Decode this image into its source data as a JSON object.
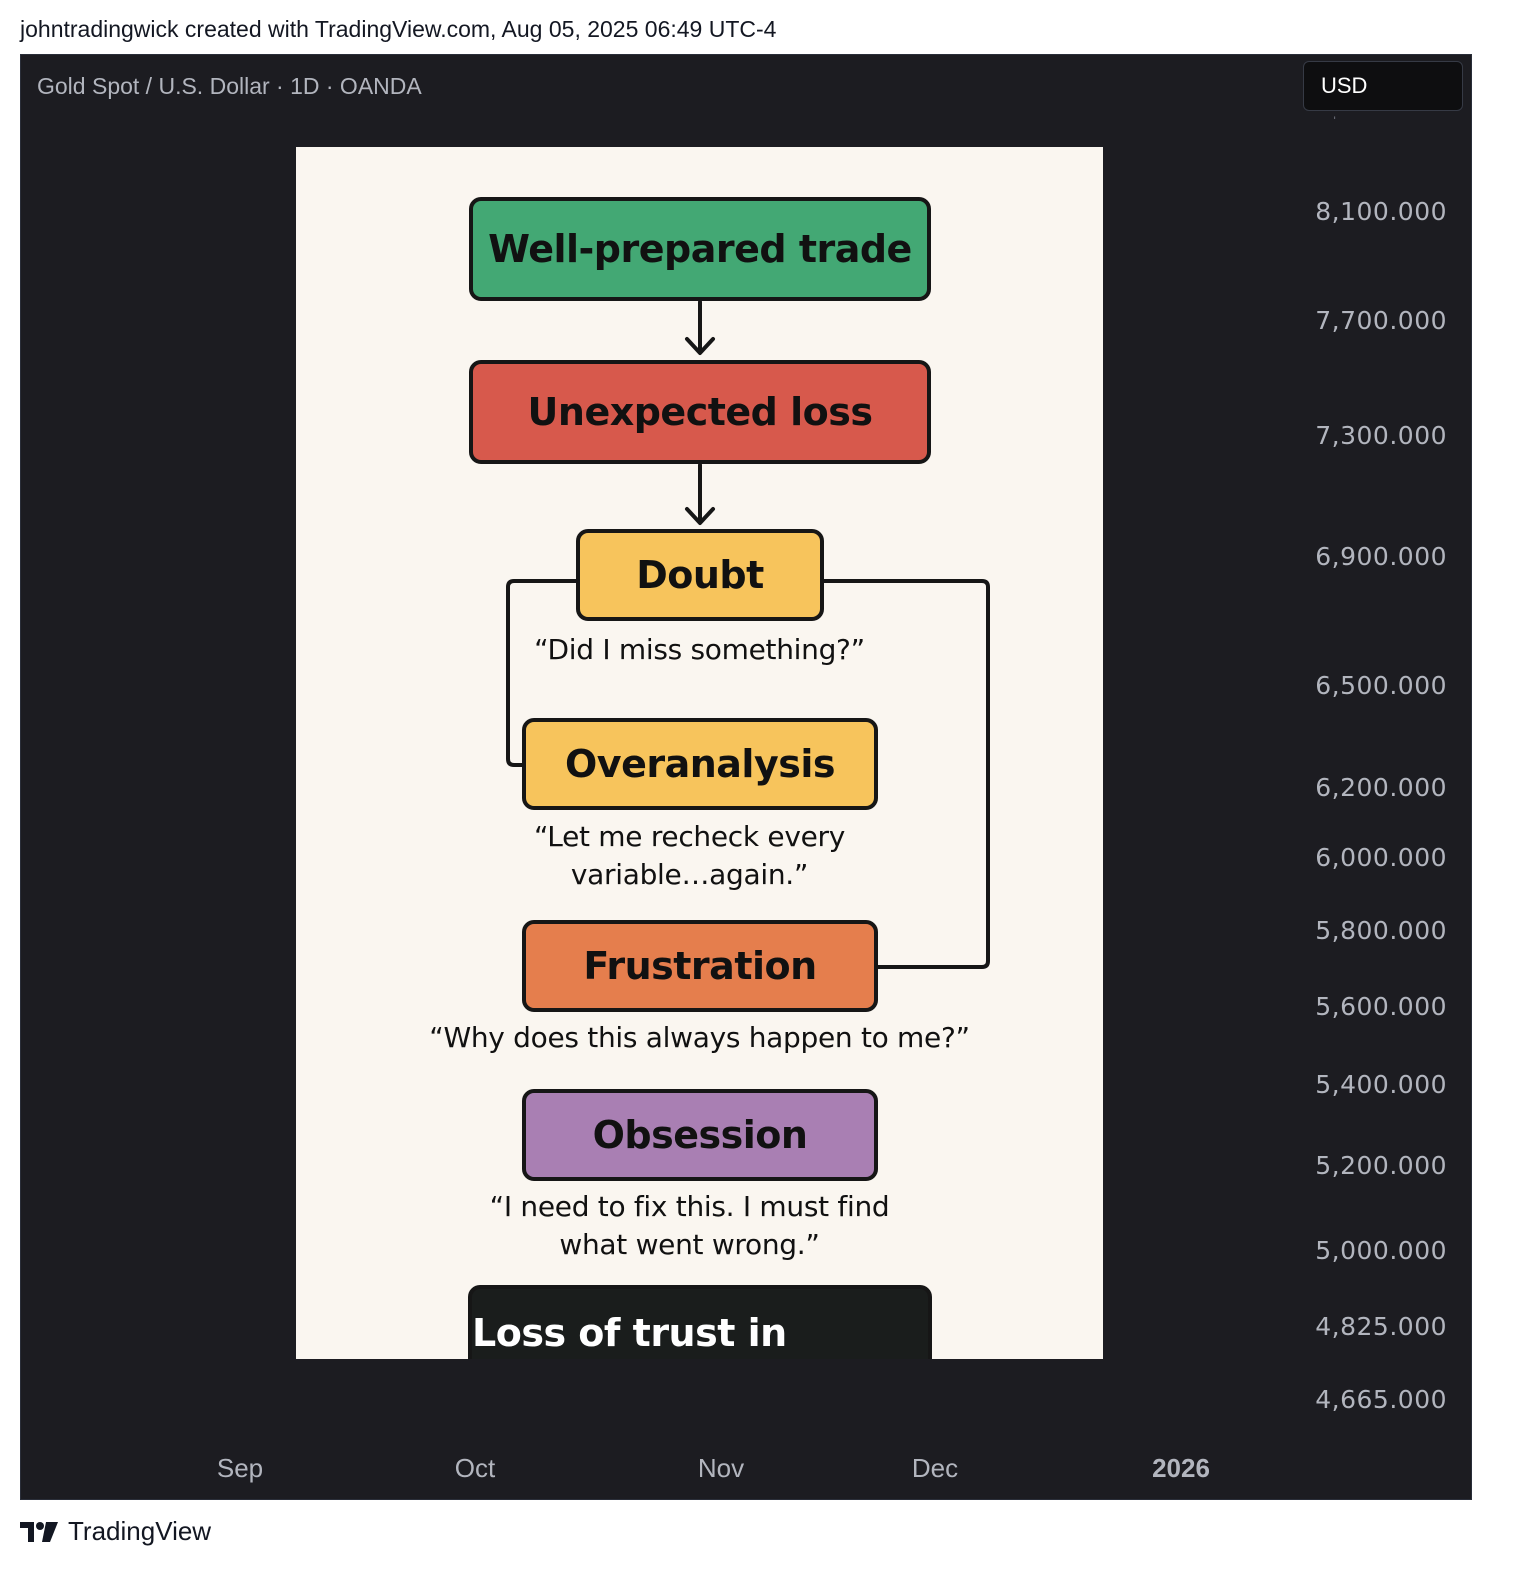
{
  "header": {
    "attribution": "johntradingwick created with TradingView.com, Aug 05, 2025 06:49 UTC-4"
  },
  "chart": {
    "symbol": "Gold Spot / U.S. Dollar · 1D · OANDA",
    "currency": "USD",
    "price_ticks": [
      "8,100.000",
      "7,700.000",
      "7,300.000",
      "6,900.000",
      "6,500.000",
      "6,200.000",
      "6,000.000",
      "5,800.000",
      "5,600.000",
      "5,400.000",
      "5,200.000",
      "5,000.000",
      "4,825.000",
      "4,665.000"
    ],
    "time_ticks": [
      "Sep",
      "Oct",
      "Nov",
      "Dec",
      "2026"
    ]
  },
  "flowchart": {
    "nodes": {
      "well_prepared": "Well-prepared trade",
      "unexpected_loss": "Unexpected loss",
      "doubt": "Doubt",
      "overanalysis": "Overanalysis",
      "frustration": "Frustration",
      "obsession": "Obsession",
      "loss_of_trust": "Loss of trust in system"
    },
    "quotes": {
      "doubt": "“Did I miss something?”",
      "overanalysis_1": "“Let me recheck every",
      "overanalysis_2": "variable…again.”",
      "frustration": "“Why does this always happen to me?”",
      "obsession_1": "“I need to fix this. I must find",
      "obsession_2": "what went wrong.”"
    },
    "colors": {
      "green": "#43a874",
      "red": "#d7594c",
      "yellow": "#f7c45c",
      "orange": "#e57e4d",
      "purple": "#a97fb3",
      "dark": "#1a1d1c"
    }
  },
  "footer": {
    "brand": "TradingView"
  }
}
